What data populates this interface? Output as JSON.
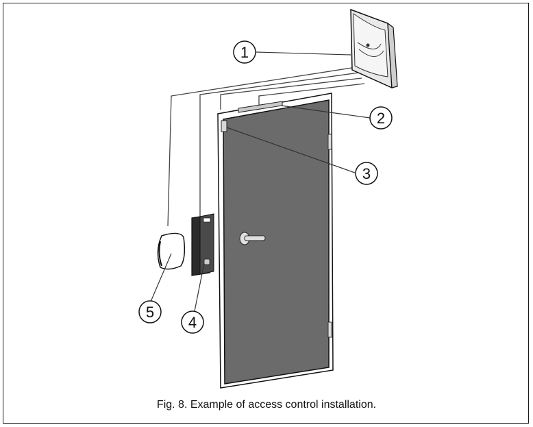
{
  "caption": "Fig. 8. Example of access control installation.",
  "callouts": [
    {
      "id": 1,
      "label": "1",
      "component": "control-module"
    },
    {
      "id": 2,
      "label": "2",
      "component": "door-lock"
    },
    {
      "id": 3,
      "label": "3",
      "component": "door-sensor"
    },
    {
      "id": 4,
      "label": "4",
      "component": "keypad-reader"
    },
    {
      "id": 5,
      "label": "5",
      "component": "proximity-reader"
    }
  ],
  "colors": {
    "door": "#6b6b6b",
    "frame": "#ffffff",
    "line": "#333333",
    "outline": "#111111",
    "device": "#e9e9e9"
  }
}
